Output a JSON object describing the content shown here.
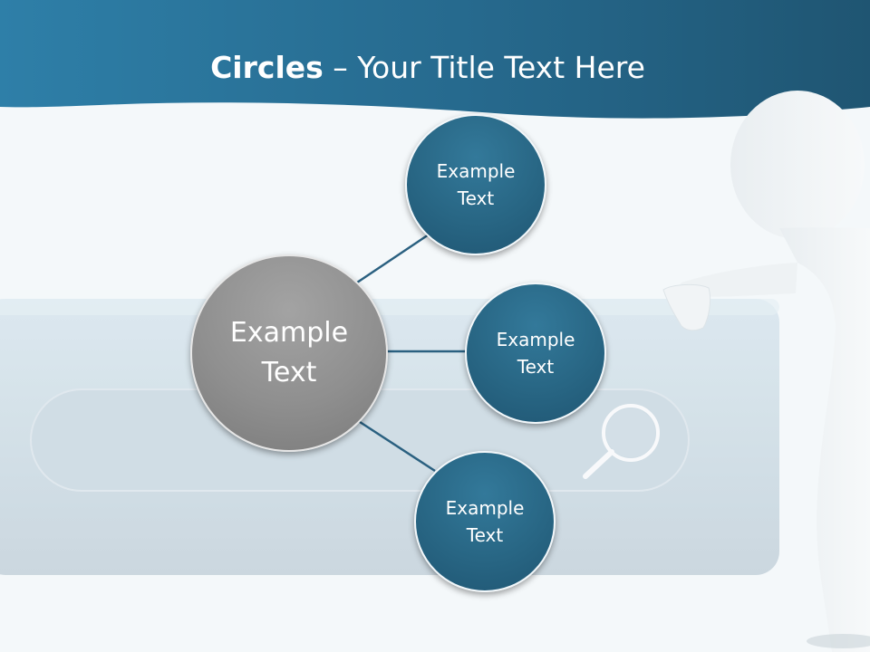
{
  "slide": {
    "title_bold": "Circles",
    "title_rest": " – Your Title Text Here"
  },
  "diagram": {
    "center": {
      "label": "Example\nText"
    },
    "nodes": [
      {
        "label": "Example\nText"
      },
      {
        "label": "Example\nText"
      },
      {
        "label": "Example\nText"
      }
    ]
  },
  "colors": {
    "header_dark": "#1f5572",
    "header_light": "#2e7fa8",
    "node_fill": "#286684",
    "center_fill": "#8f8f8f",
    "connector": "#2a6080"
  },
  "icons": [
    "magnifier-icon",
    "3d-person-figure"
  ]
}
